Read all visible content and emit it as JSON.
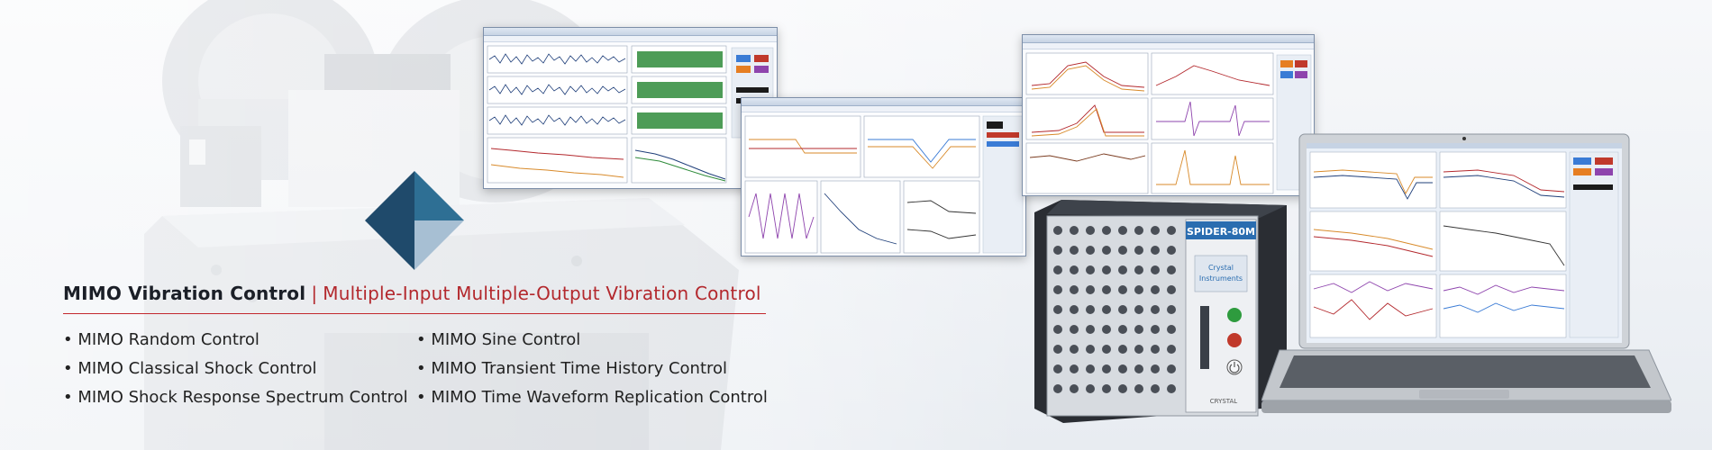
{
  "headline": {
    "title": "MIMO Vibration Control",
    "separator": "|",
    "subtitle": "Multiple-Input Multiple-Output Vibration Control"
  },
  "features": {
    "left": [
      "MIMO Random Control",
      "MIMO Classical Shock Control",
      "MIMO Shock Response Spectrum Control"
    ],
    "right": [
      "MIMO Sine Control",
      "MIMO Transient Time History Control",
      "MIMO Time Waveform Replication Control"
    ]
  },
  "hardware": {
    "model": "SPIDER-80M",
    "brand_line1": "Crystal",
    "brand_line2": "Instruments",
    "footer_brand": "CRYSTAL"
  },
  "colors": {
    "accent_red": "#b3282d",
    "logo_dark": "#1f4a6b",
    "logo_mid": "#2e6f94",
    "logo_light": "#a7bfd3",
    "hw_blue": "#2a6db0"
  },
  "icons": [
    "company-logo-icon",
    "power-icon",
    "start-button-icon",
    "stop-button-icon"
  ]
}
